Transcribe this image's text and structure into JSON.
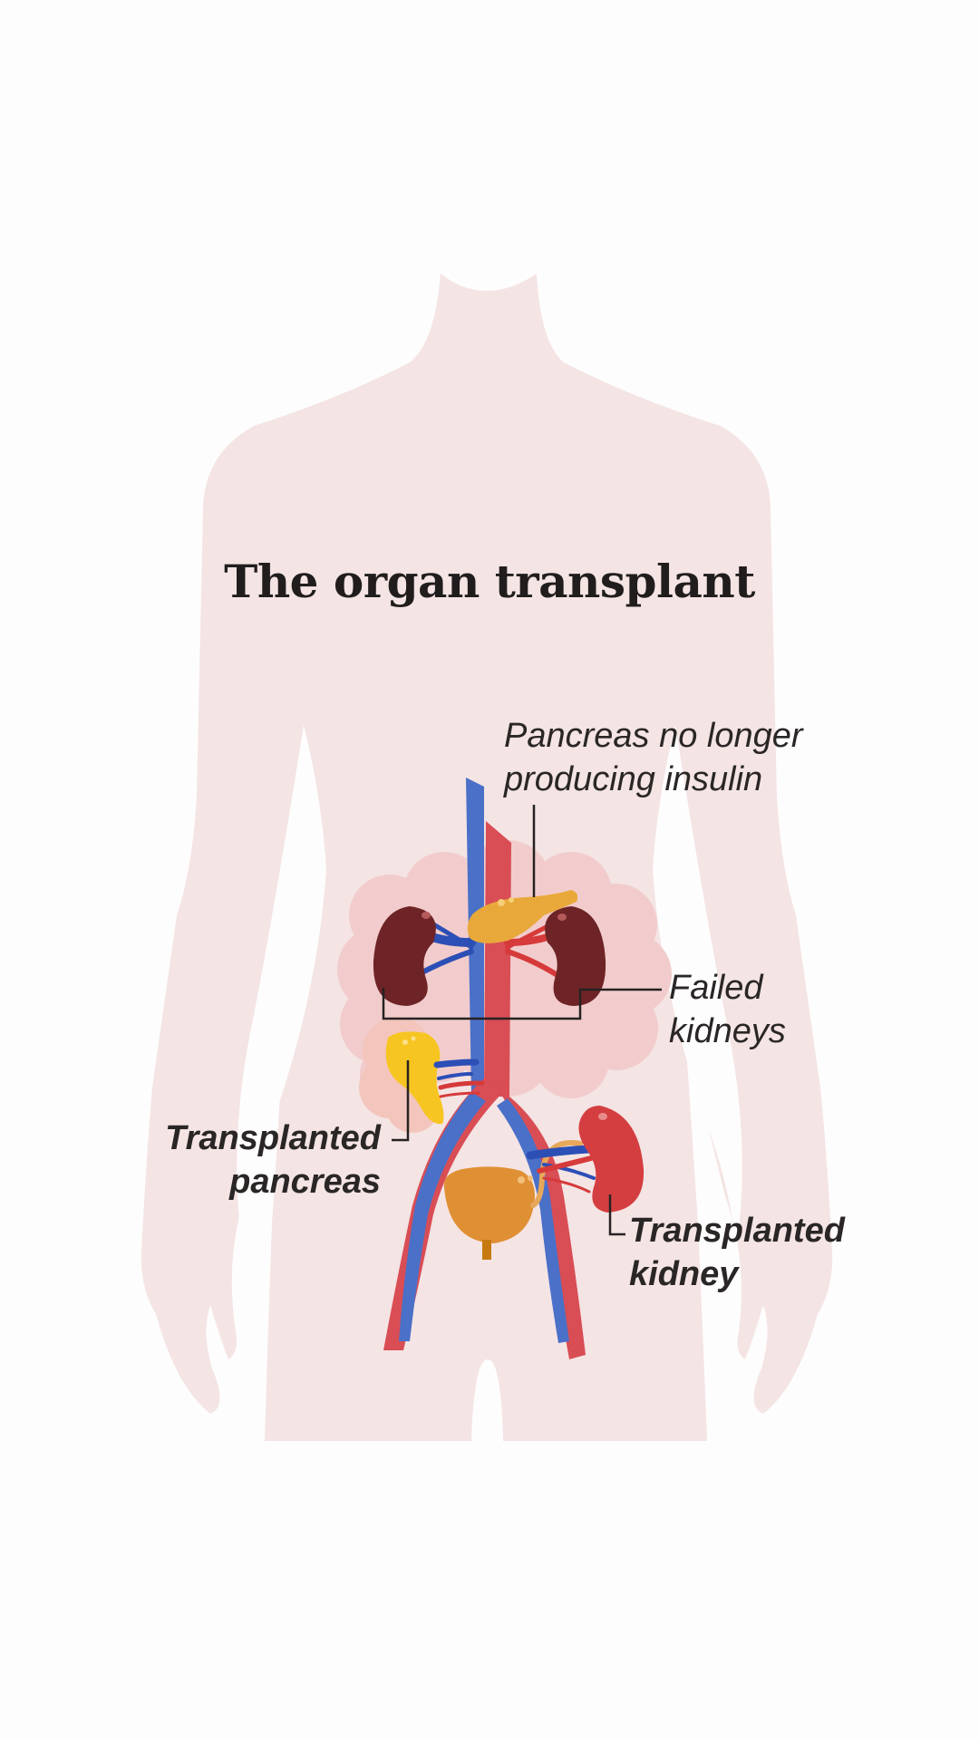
{
  "title": "The organ transplant",
  "labels": {
    "old_pancreas": [
      "Pancreas no longer",
      "producing insulin"
    ],
    "failed_kidneys": [
      "Failed",
      "kidneys"
    ],
    "new_pancreas": [
      "Transplanted",
      "pancreas"
    ],
    "new_kidney": [
      "Transplanted",
      "kidney"
    ]
  },
  "colors": {
    "body": "#f4e4e4",
    "intestine": "#f2cccc",
    "vein": "#4a70c8",
    "artery": "#d94d55",
    "failed_kidney": "#6e2426",
    "transplant_kidney": "#d43e40",
    "old_pancreas": "#e9a93a",
    "new_pancreas": "#f7c521",
    "bladder": "#e09034",
    "leader_line": "#262222"
  }
}
